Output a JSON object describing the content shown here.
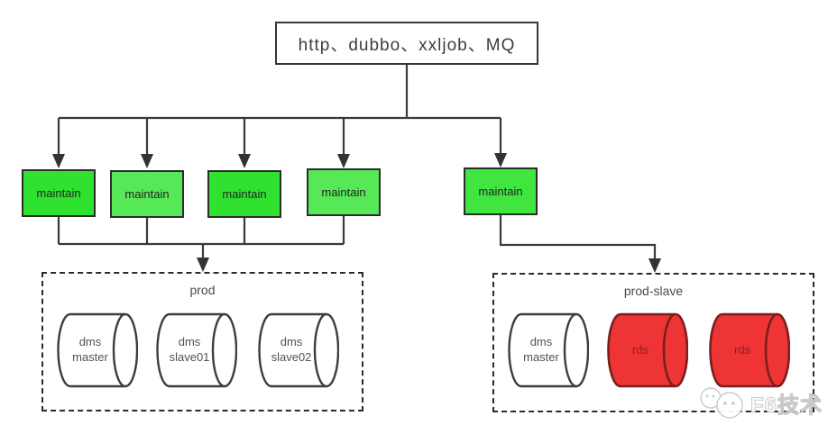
{
  "diagram": {
    "root": {
      "label": "http、dubbo、xxljob、MQ"
    },
    "maintain_nodes": [
      {
        "label": "maintain"
      },
      {
        "label": "maintain"
      },
      {
        "label": "maintain"
      },
      {
        "label": "maintain"
      },
      {
        "label": "maintain"
      }
    ],
    "groups": [
      {
        "label": "prod",
        "databases": [
          {
            "label": "dms\nmaster",
            "color": "white"
          },
          {
            "label": "dms\nslave01",
            "color": "white"
          },
          {
            "label": "dms\nslave02",
            "color": "white"
          }
        ]
      },
      {
        "label": "prod-slave",
        "databases": [
          {
            "label": "dms\nmaster",
            "color": "white"
          },
          {
            "label": "rds",
            "color": "red"
          },
          {
            "label": "rds",
            "color": "red"
          }
        ]
      }
    ],
    "watermark": {
      "text": "F6技术"
    },
    "colors": {
      "node_green_dark": "#2FE22F",
      "node_green_light": "#56E856",
      "node_green_mid": "#40E540",
      "cylinder_red_fill": "#EE3434",
      "cylinder_red_stroke": "#791F1F",
      "line": "#3A3A3A",
      "border": "#2C2C2C"
    }
  }
}
